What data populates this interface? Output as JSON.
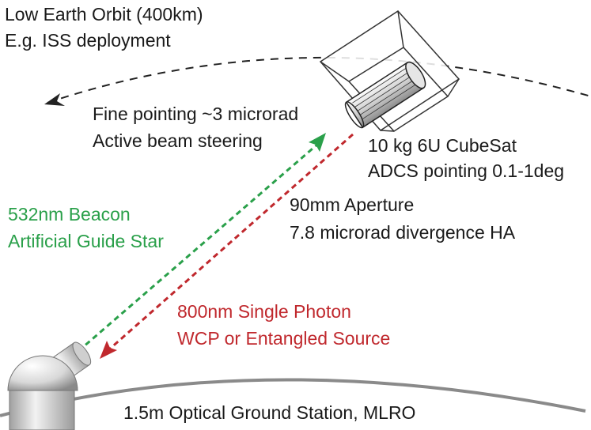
{
  "labels": {
    "orbit_line1": "Low Earth Orbit (400km)",
    "orbit_line2": "E.g. ISS deployment",
    "fine_line1": "Fine pointing ~3 microrad",
    "fine_line2": "Active beam steering",
    "sat_line1": "10 kg 6U CubeSat",
    "sat_line2": "ADCS pointing 0.1-1deg",
    "aperture_line1": "90mm Aperture",
    "aperture_line2": "7.8 microrad divergence HA",
    "beacon_line1": "532nm Beacon",
    "beacon_line2": "Artificial Guide Star",
    "photon_line1": "800nm Single Photon",
    "photon_line2": "WCP or Entangled Source",
    "ground": "1.5m Optical Ground Station, MLRO"
  },
  "colors": {
    "beacon": "#2aa04a",
    "photon": "#c0282d",
    "text": "#1a1a1a",
    "lines": "#222222"
  },
  "icons": {
    "satellite": "cubesat-icon",
    "ground_station": "observatory-dome-icon"
  }
}
